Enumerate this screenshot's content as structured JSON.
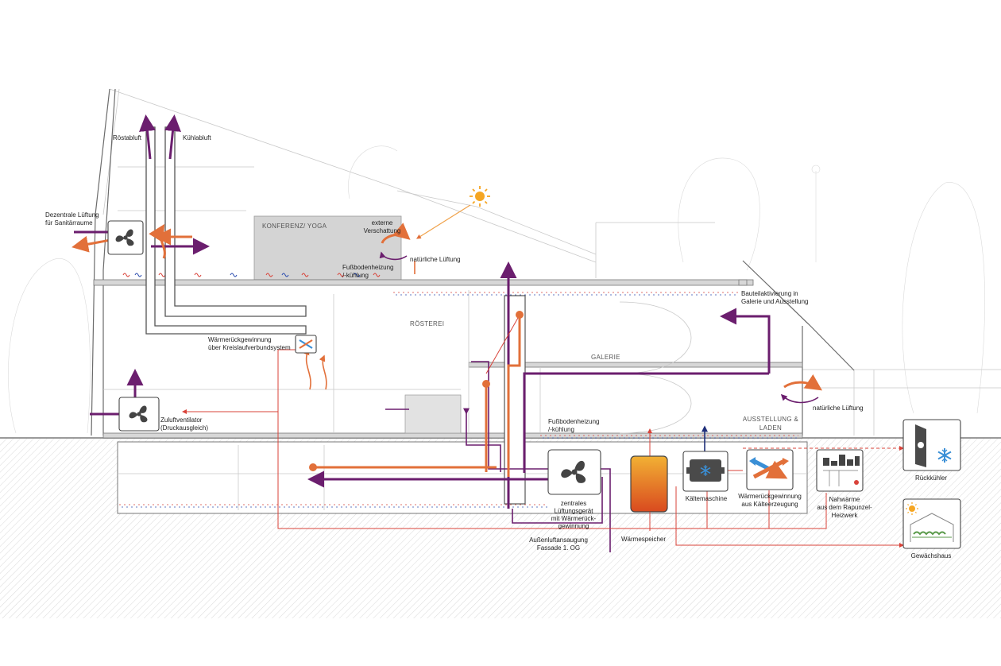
{
  "labels": {
    "roestabluft": "Röstabluft",
    "kuehlabluft": "Kühlabluft",
    "dezentrale": [
      "Dezentrale Lüftung",
      "für Sanitärraume"
    ],
    "konferenz": "KONFERENZ/ YOGA",
    "externe_verschattung": [
      "externe",
      "Verschattung"
    ],
    "natuerliche_lueftung_top": "natürliche Lüftung",
    "fussbodenheizung_top": [
      "Fußbodenheizung",
      "/-kühlung"
    ],
    "bauteilaktivierung": [
      "Bauteilaktivierung in",
      "Galerie und Ausstellung"
    ],
    "roesterei": "RÖSTEREI",
    "waermerueckgewinnung_krv": [
      "Wärmerückgewinnung",
      "über Kreislaufverbundsystem"
    ],
    "galerie": "GALERIE",
    "natuerliche_lueftung_right": "natürliche Lüftung",
    "zuluftventilator": [
      "Zuluftventilator",
      "(Druckausgleich)"
    ],
    "fussbodenheizung_bottom": [
      "Fußbodenheizung",
      "/-kühlung"
    ],
    "ausstellung": [
      "AUSSTELLUNG &",
      "LADEN"
    ],
    "zentrales_lueftungsgeraet": [
      "zentrales",
      "Lüftungsgerät",
      "mit Wärmerück-",
      "gewinnung"
    ],
    "waermespeicher": "Wärmespeicher",
    "kaeltemaschine": "Kältemaschine",
    "waermerueckgewinnung_kaelte": [
      "Wärmerückgewinnung",
      "aus Kälteerzeugung"
    ],
    "nahwaerme": [
      "Nahwärme",
      "aus dem Rapunzel-",
      "Heizwerk"
    ],
    "rueckkuehler": "Rückkühler",
    "gewaechshaus": "Gewächshaus",
    "aussenluftansaugung": [
      "Außenluftansaugung",
      "Fassade 1. OG"
    ]
  },
  "icons": {
    "fan": "fan-icon",
    "sun": "sun-icon",
    "snowflake": "snowflake-icon",
    "heat_exchanger": "heat-exchanger-icon",
    "tank": "storage-tank-icon"
  },
  "colors": {
    "exhaust_air": "#6b1e6e",
    "supply_air": "#e2703a",
    "heating_line": "#d9433a",
    "cooling_line": "#1f2f7a",
    "sun": "#f5a623",
    "snowflake": "#3a8fd6",
    "tank_top": "#f2b134",
    "tank_bottom": "#d94a1f"
  }
}
